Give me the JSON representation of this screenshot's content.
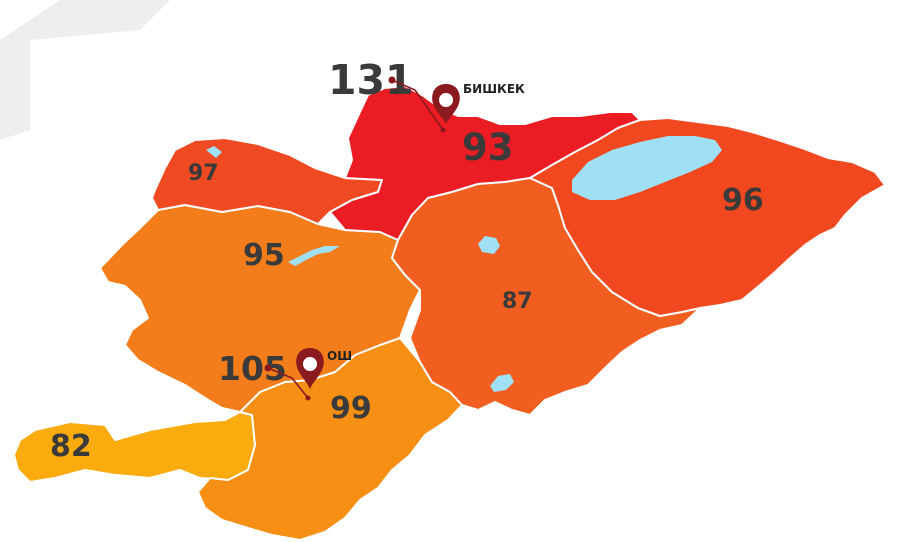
{
  "colors": {
    "issyk_kul": "#f1481f",
    "chui": "#ec1c24",
    "talas": "#f04a22",
    "jalal_abad": "#f37d1b",
    "naryn": "#f15e20",
    "osh": "#f68f14",
    "batken": "#fbab0e",
    "lake": "#9fe0f4",
    "pin": "#8b1a1f",
    "text": "#3a3a3a"
  },
  "regions": [
    {
      "id": "talas",
      "value": "97"
    },
    {
      "id": "chui",
      "value": "93"
    },
    {
      "id": "issyk_kul",
      "value": "96"
    },
    {
      "id": "jalal_abad",
      "value": "95"
    },
    {
      "id": "naryn",
      "value": "87"
    },
    {
      "id": "osh",
      "value": "99"
    },
    {
      "id": "batken",
      "value": "82"
    }
  ],
  "cities": [
    {
      "id": "bishkek",
      "name": "БИШКЕК",
      "value": "131",
      "icon": "map-pin-icon"
    },
    {
      "id": "osh_city",
      "name": "ОШ",
      "value": "105",
      "icon": "map-pin-icon"
    }
  ]
}
